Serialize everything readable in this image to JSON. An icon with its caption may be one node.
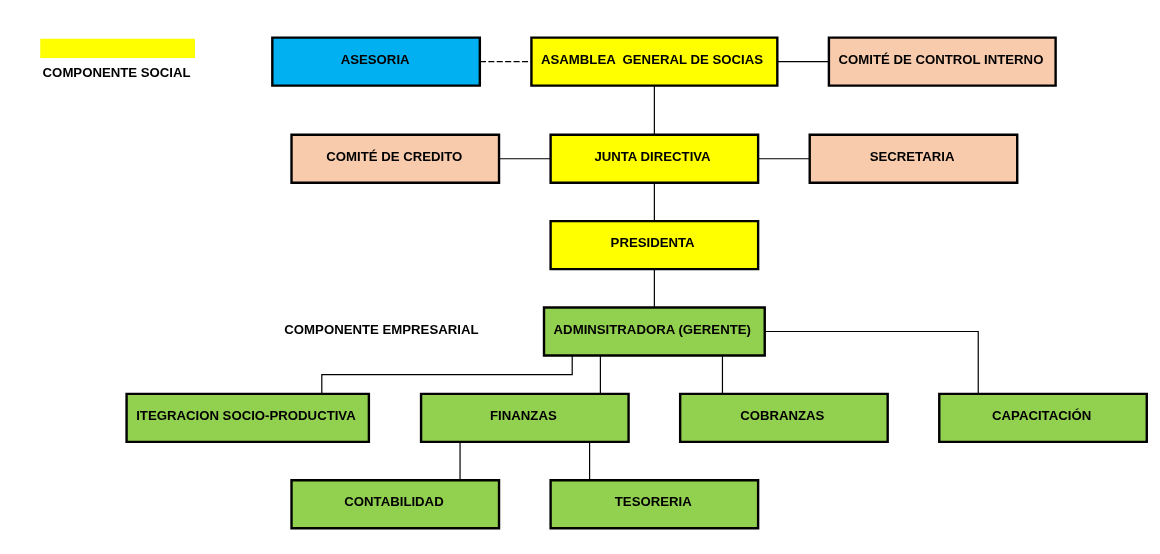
{
  "diagram": {
    "nodes": [
      {
        "text": [
          "ASAMBLEA  GENERAL DE SOCIAS"
        ]
      },
      {
        "text": [
          "ASESORIA"
        ]
      },
      {
        "text": [
          "COMITÉ DE CONTROL INTERNO"
        ]
      },
      {
        "text": [
          "JUNTA DIRECTIVA"
        ]
      },
      {
        "text": [
          "COMITÉ DE CREDITO"
        ]
      },
      {
        "text": [
          "SECRETARIA"
        ]
      },
      {
        "text": [
          "PRESIDENTA"
        ]
      },
      {
        "text": [
          "ADMINSITRADORA (GERENTE)"
        ]
      },
      {
        "text": [
          "ITEGRACION SOCIO-PRODUCTIVA"
        ]
      },
      {
        "text": [
          "FINANZAS"
        ]
      },
      {
        "text": [
          "COBRANZAS"
        ]
      },
      {
        "text": [
          "CAPACITACIÓN"
        ]
      },
      {
        "text": [
          "CONTABILIDAD"
        ]
      },
      {
        "text": [
          "TESORERIA"
        ]
      }
    ],
    "edges": [
      {
        "from": 0,
        "to": 3,
        "arrow": "none"
      },
      {
        "from": 1,
        "to": 0,
        "arrow": "none",
        "style": "dashed"
      },
      {
        "from": 0,
        "to": 2,
        "arrow": "none"
      },
      {
        "from": 3,
        "to": 6,
        "arrow": "none"
      },
      {
        "from": 4,
        "to": 3,
        "arrow": "none"
      },
      {
        "from": 3,
        "to": 5,
        "arrow": "none"
      },
      {
        "from": 6,
        "to": 7,
        "arrow": "none"
      },
      {
        "from": 7,
        "to": 8,
        "arrow": "none"
      },
      {
        "from": 7,
        "to": 9,
        "arrow": "none"
      },
      {
        "from": 7,
        "to": 10,
        "arrow": "none"
      },
      {
        "from": 7,
        "to": 11,
        "arrow": "none"
      },
      {
        "from": 9,
        "to": 12,
        "arrow": "none"
      },
      {
        "from": 9,
        "to": 13,
        "arrow": "none"
      }
    ],
    "labels": [
      "COMPONENTE EMPRESARIAL"
    ],
    "legend": [
      {
        "text": "COMPONENTE SOCIAL",
        "color": "#ffff00"
      }
    ]
  }
}
